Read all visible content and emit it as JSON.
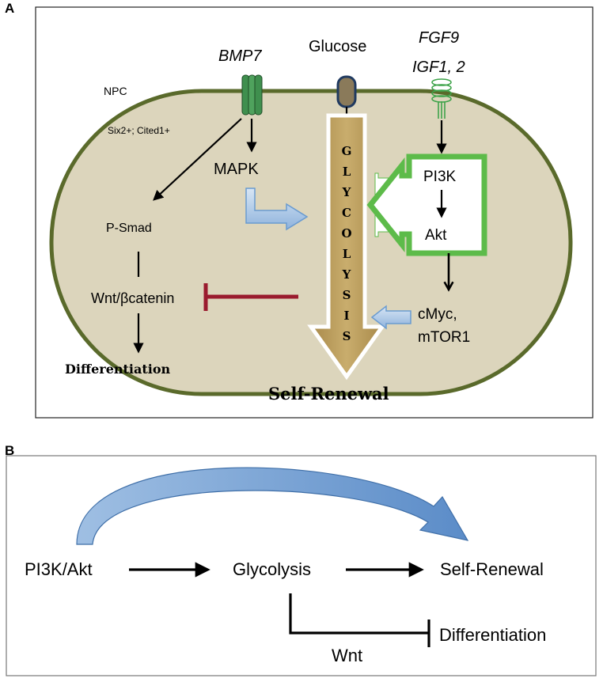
{
  "panel_a": {
    "label": "A",
    "cell_label": "NPC",
    "markers": "Six2+; Cited1+",
    "ligand_bmp7": "BMP7",
    "ligand_glucose": "Glucose",
    "ligand_fgf9": "FGF9",
    "ligand_igf": "IGF1, 2",
    "mapk": "MAPK",
    "psmad": "P-Smad",
    "wnt_bcatenin": "Wnt/βcatenin",
    "differentiation": "Differentiation",
    "glycolysis_letters": [
      "G",
      "L",
      "Y",
      "C",
      "O",
      "L",
      "Y",
      "S",
      "I",
      "S"
    ],
    "pi3k": "PI3K",
    "akt": "Akt",
    "cmyc": "cMyc,",
    "mtor1": "mTOR1",
    "self_renewal": "Self-Renewal"
  },
  "panel_b": {
    "label": "B",
    "pi3k_akt": "PI3K/Akt",
    "glycolysis": "Glycolysis",
    "self_renewal": "Self-Renewal",
    "differentiation": "Differentiation",
    "wnt": "Wnt"
  },
  "colors": {
    "cell_fill": "#dcd5bc",
    "cell_border": "#5a6a2b",
    "receptor_green": "#3f8f4e",
    "pi3k_green": "#5dbb4a",
    "glycolysis_fill": "#bfa15f",
    "inhibit_red": "#9a1b2e",
    "blue_arrow": "#6a9bd0"
  }
}
